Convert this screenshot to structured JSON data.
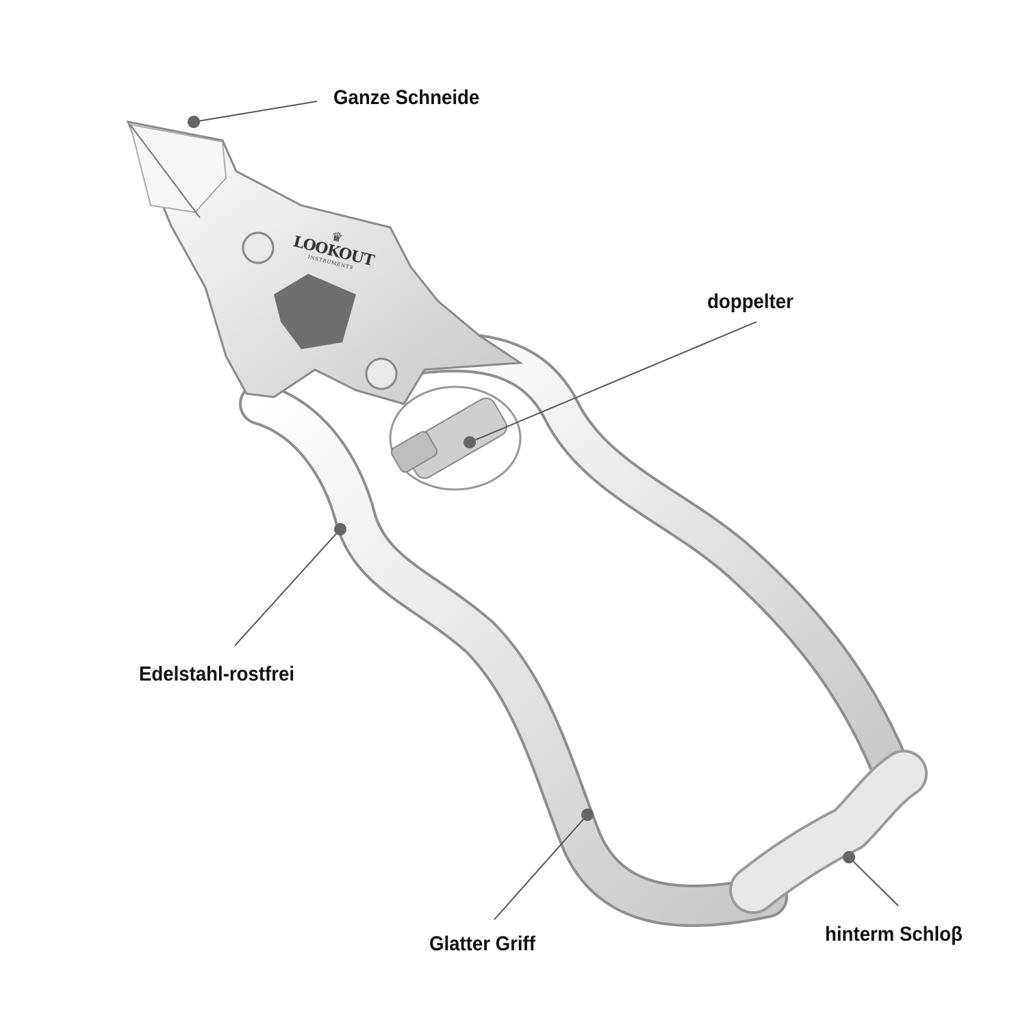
{
  "callouts": [
    {
      "id": "blade",
      "label": "Ganze Schneide"
    },
    {
      "id": "spring",
      "label": "doppelter"
    },
    {
      "id": "material",
      "label": "Edelstahl-rostfrei"
    },
    {
      "id": "handle",
      "label": "Glatter Griff"
    },
    {
      "id": "lock",
      "label": "hinterm Schloβ"
    }
  ],
  "logo": {
    "name": "LOOKOUT",
    "subtitle": "INSTRUMENTS"
  },
  "colors": {
    "callout_line": "#555555",
    "callout_dot": "#666666",
    "steel_light": "#f2f2f2",
    "steel_dark": "#9a9a9a"
  }
}
